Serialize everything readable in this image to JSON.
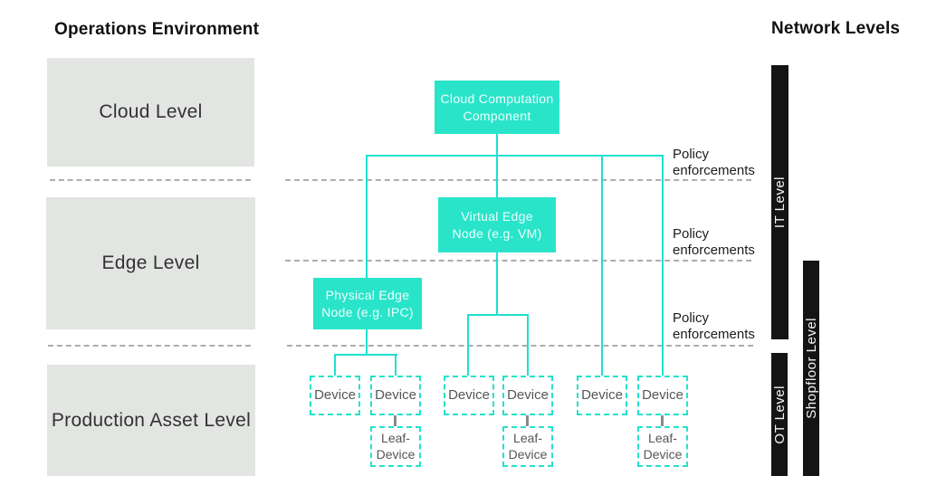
{
  "colors": {
    "accent_teal": "#2AE4CA",
    "line_teal": "#1DE1D0",
    "level_box_gray": "#E2E5E2",
    "bar_black": "#141414",
    "dash_gray": "#ADADAD",
    "device_text_gray": "#565656"
  },
  "left_panel": {
    "title": "Operations Environment",
    "levels": [
      {
        "label": "Cloud Level"
      },
      {
        "label": "Edge Level"
      },
      {
        "label": "Production Asset Level"
      }
    ]
  },
  "right_panel": {
    "title": "Network Levels",
    "bars": [
      {
        "label": "IT Level"
      },
      {
        "label": "Shopfloor Level"
      },
      {
        "label": "OT Level"
      }
    ]
  },
  "diagram": {
    "cloud_node": "Cloud Computation\nComponent",
    "virtual_edge_node": "Virtual Edge\nNode (e.g. VM)",
    "physical_edge_node": "Physical Edge\nNode (e.g. IPC)",
    "devices": [
      "Device",
      "Device",
      "Device",
      "Device",
      "Device",
      "Device"
    ],
    "leaf_devices": [
      "Leaf-\nDevice",
      "Leaf-\nDevice",
      "Leaf-\nDevice"
    ],
    "policy_labels": [
      "Policy\nenforcements",
      "Policy\nenforcements",
      "Policy\nenforcements"
    ]
  }
}
